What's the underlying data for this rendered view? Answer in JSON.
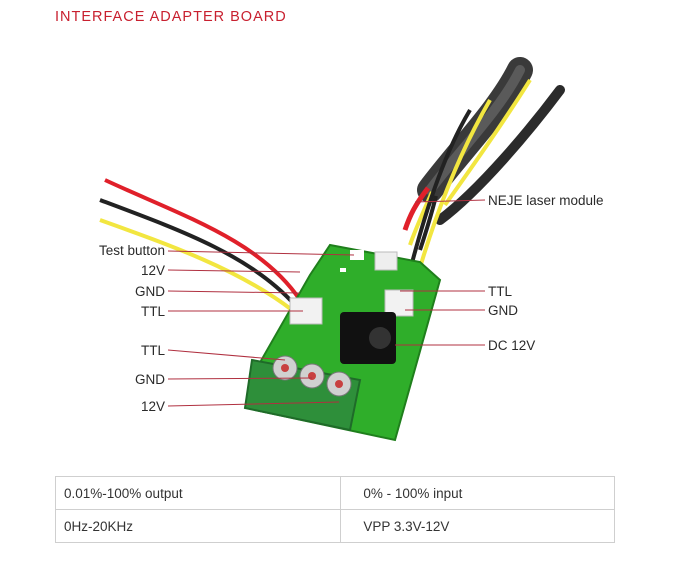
{
  "title": "INTERFACE ADAPTER BOARD",
  "labels": {
    "test_button": "Test button",
    "left_12v": "12V",
    "left_gnd": "GND",
    "left_ttl": "TTL",
    "term_ttl": "TTL",
    "term_gnd": "GND",
    "term_12v": "12V",
    "laser_module": "NEJE laser module",
    "right_ttl": "TTL",
    "right_gnd": "GND",
    "dc_12v": "DC 12V"
  },
  "specs": [
    [
      "0.01%-100% output",
      "0% - 100% input"
    ],
    [
      "0Hz-20KHz",
      "VPP 3.3V-12V"
    ]
  ],
  "colors": {
    "title": "#c8202f",
    "pcb": "#2fae2a",
    "terminal": "#2e8f3a",
    "leader": "#b03040",
    "wire_red": "#e0202a",
    "wire_yellow": "#f2e640",
    "wire_black": "#222222"
  }
}
